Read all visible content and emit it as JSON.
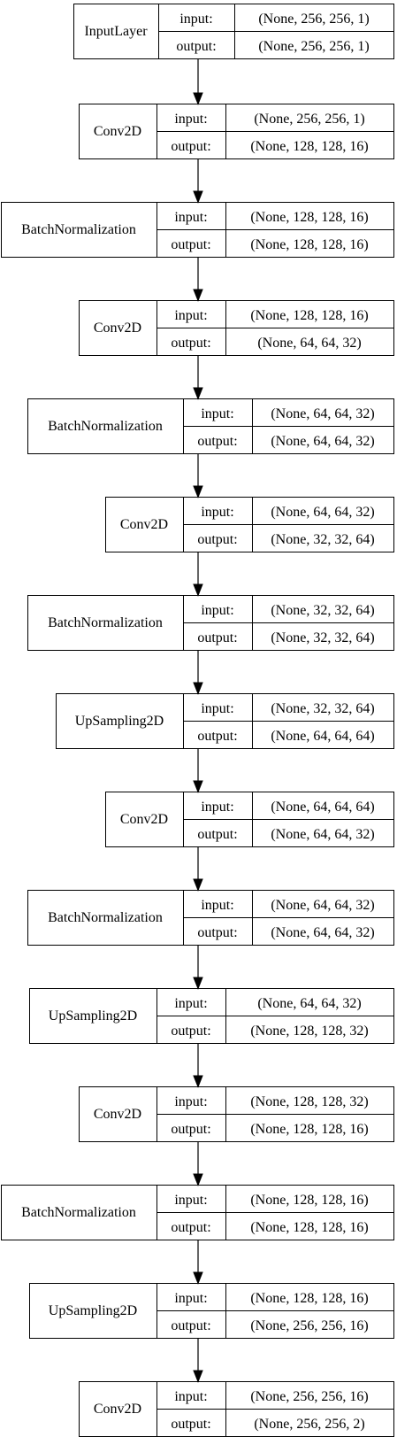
{
  "labels": {
    "input": "input:",
    "output": "output:"
  },
  "layers": [
    {
      "name": "InputLayer",
      "input": "(None, 256, 256, 1)",
      "output": "(None, 256, 256, 1)"
    },
    {
      "name": "Conv2D",
      "input": "(None, 256, 256, 1)",
      "output": "(None, 128, 128, 16)"
    },
    {
      "name": "BatchNormalization",
      "input": "(None, 128, 128, 16)",
      "output": "(None, 128, 128, 16)"
    },
    {
      "name": "Conv2D",
      "input": "(None, 128, 128, 16)",
      "output": "(None, 64, 64, 32)"
    },
    {
      "name": "BatchNormalization",
      "input": "(None, 64, 64, 32)",
      "output": "(None, 64, 64, 32)"
    },
    {
      "name": "Conv2D",
      "input": "(None, 64, 64, 32)",
      "output": "(None, 32, 32, 64)"
    },
    {
      "name": "BatchNormalization",
      "input": "(None, 32, 32, 64)",
      "output": "(None, 32, 32, 64)"
    },
    {
      "name": "UpSampling2D",
      "input": "(None, 32, 32, 64)",
      "output": "(None, 64, 64, 64)"
    },
    {
      "name": "Conv2D",
      "input": "(None, 64, 64, 64)",
      "output": "(None, 64, 64, 32)"
    },
    {
      "name": "BatchNormalization",
      "input": "(None, 64, 64, 32)",
      "output": "(None, 64, 64, 32)"
    },
    {
      "name": "UpSampling2D",
      "input": "(None, 64, 64, 32)",
      "output": "(None, 128, 128, 32)"
    },
    {
      "name": "Conv2D",
      "input": "(None, 128, 128, 32)",
      "output": "(None, 128, 128, 16)"
    },
    {
      "name": "BatchNormalization",
      "input": "(None, 128, 128, 16)",
      "output": "(None, 128, 128, 16)"
    },
    {
      "name": "UpSampling2D",
      "input": "(None, 128, 128, 16)",
      "output": "(None, 256, 256, 16)"
    },
    {
      "name": "Conv2D",
      "input": "(None, 256, 256, 16)",
      "output": "(None, 256, 256, 2)"
    }
  ]
}
